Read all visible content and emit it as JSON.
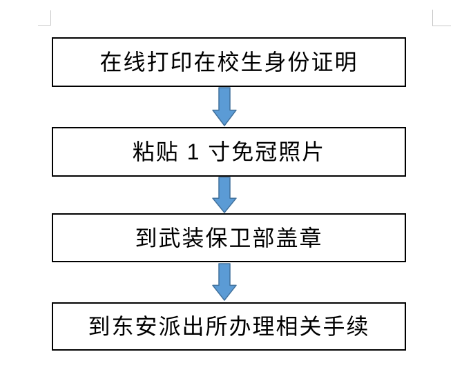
{
  "flowchart": {
    "title_hint": "student identity certificate process flowchart",
    "steps": [
      {
        "label": "在线打印在校生身份证明"
      },
      {
        "label": "粘贴 1 寸免冠照片"
      },
      {
        "label": "到武装保卫部盖章"
      },
      {
        "label": "到东安派出所办理相关手续"
      }
    ],
    "connectors": [
      {
        "icon": "down-arrow"
      },
      {
        "icon": "down-arrow"
      },
      {
        "icon": "down-arrow"
      }
    ],
    "colors": {
      "box_border": "#000000",
      "box_fill": "#ffffff",
      "text": "#000000",
      "arrow_fill": "#5b9bd5",
      "arrow_stroke": "#41719c",
      "margin_mark": "#c8c8c8",
      "page_background": "#ffffff"
    }
  }
}
